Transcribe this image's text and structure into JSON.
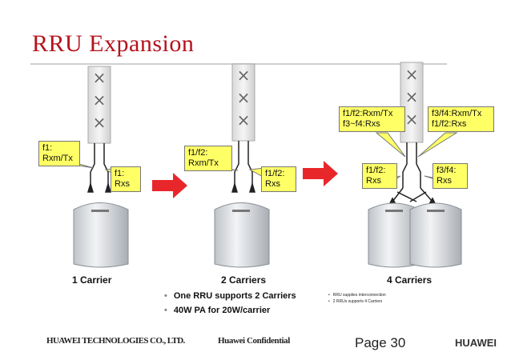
{
  "slide": {
    "title": "RRU Expansion",
    "scenarios": [
      {
        "caption": "1 Carrier",
        "labels": [
          "f1:\nRxm/Tx",
          "f1:\nRxs"
        ]
      },
      {
        "caption": "2 Carriers",
        "labels": [
          "f1/f2:\nRxm/Tx",
          "f1/f2:\nRxs"
        ]
      },
      {
        "caption": "4 Carriers",
        "labels": [
          "f1/f2:Rxm/Tx\nf3~f4:Rxs",
          "f3/f4:Rxm/Tx\nf1/f2:Rxs",
          "f1/f2:\nRxs",
          "f3/f4:\nRxs"
        ]
      }
    ],
    "bullets": [
      "One RRU supports 2 Carriers",
      "40W PA for 20W/carrier"
    ],
    "small_bullets": [
      "RRU supplies interconnection",
      "2 RRUs supports 4 Carriers"
    ]
  },
  "footer": {
    "company": "HUAWEI TECHNOLOGIES CO., LTD.",
    "confidential": "Huawei Confidential",
    "page": "Page 30",
    "brand": "HUAWEI"
  },
  "colors": {
    "title": "#b5121b",
    "label_bg": "#ffff66",
    "arrow": "#e8272b",
    "logo": "#e0222a"
  }
}
